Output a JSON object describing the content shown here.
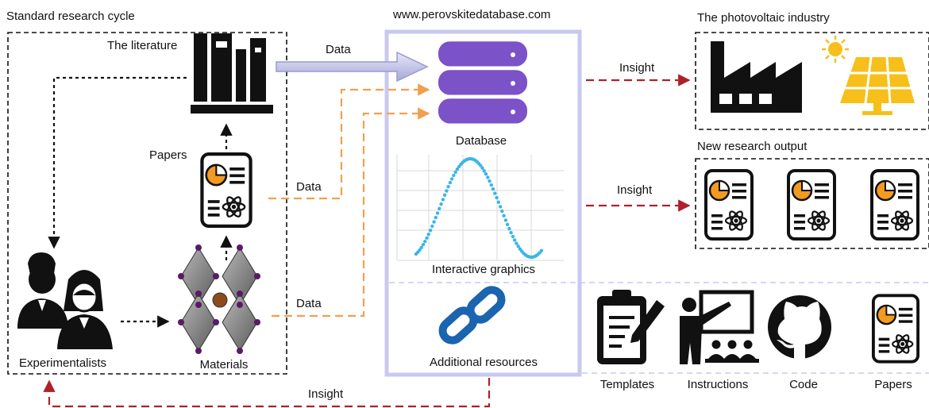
{
  "sections": {
    "research_cycle": "Standard research cycle",
    "website": "www.perovskitedatabase.com",
    "industry": "The photovoltaic industry",
    "research_output": "New research output"
  },
  "nodes": {
    "literature": "The literature",
    "papers": "Papers",
    "experimentalists": "Experimentalists",
    "materials": "Materials",
    "database": "Database",
    "graphics": "Interactive graphics",
    "resources": "Additional resources"
  },
  "flows": {
    "data_literature": "Data",
    "data_papers": "Data",
    "data_materials": "Data",
    "insight_industry": "Insight",
    "insight_research": "Insight",
    "insight_bottom": "Insight"
  },
  "resources": {
    "templates": "Templates",
    "instructions": "Instructions",
    "code": "Code",
    "papers": "Papers"
  },
  "colors": {
    "data_arrow": "#f0a050",
    "insight_arrow": "#b0202a",
    "database": "#7b52c7",
    "panel_border": "#c8c8f2",
    "paper_chart": "#f39a1f",
    "solar": "#f6bf1a",
    "link": "#1a64b0",
    "graph_dots": "#3bb5e8"
  }
}
